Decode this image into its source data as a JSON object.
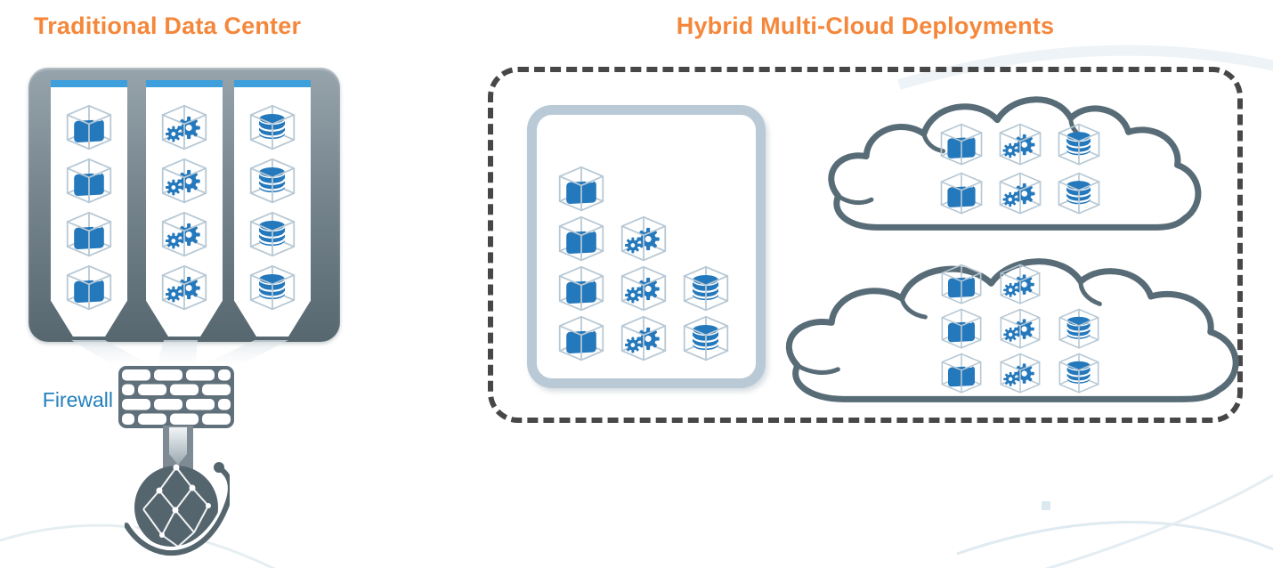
{
  "left_section": {
    "title": "Traditional Data Center",
    "firewall_label": "Firewall",
    "rack": {
      "columns": [
        {
          "name": "applications-column",
          "cells": [
            "app-icon",
            "app-icon",
            "app-icon",
            "app-icon"
          ]
        },
        {
          "name": "services-column",
          "cells": [
            "services-icon",
            "services-icon",
            "services-icon",
            "services-icon"
          ]
        },
        {
          "name": "databases-column",
          "cells": [
            "database-icon",
            "database-icon",
            "database-icon",
            "database-icon"
          ]
        }
      ]
    }
  },
  "right_section": {
    "title": "Hybrid Multi-Cloud Deployments",
    "on_prem_box": {
      "rows": [
        [
          "app-icon"
        ],
        [
          "app-icon",
          "services-icon"
        ],
        [
          "app-icon",
          "services-icon",
          "database-icon"
        ],
        [
          "app-icon",
          "services-icon",
          "database-icon"
        ]
      ]
    },
    "cloud_top": {
      "rows": [
        [
          "app-icon",
          "services-icon",
          "database-icon"
        ],
        [
          "app-icon",
          "services-icon",
          "database-icon"
        ]
      ]
    },
    "cloud_bottom": {
      "rows": [
        [
          "app-icon",
          "services-icon"
        ],
        [
          "app-icon",
          "services-icon",
          "database-icon"
        ],
        [
          "app-icon",
          "services-icon",
          "database-icon"
        ]
      ]
    }
  },
  "colors": {
    "title_orange": "#F5873B",
    "icon_blue": "#2478BC",
    "slate_gray": "#5A6B76",
    "cube_outline": "#B7C8D4",
    "rack_gray_top": "#97A4AC",
    "rack_gray_bottom": "#57676F",
    "column_top_bar_blue": "#3D9FDC",
    "firewall_label_blue": "#2380BE",
    "dashed_border_gray": "#474747",
    "on_prem_border": "#B9CAD6"
  }
}
